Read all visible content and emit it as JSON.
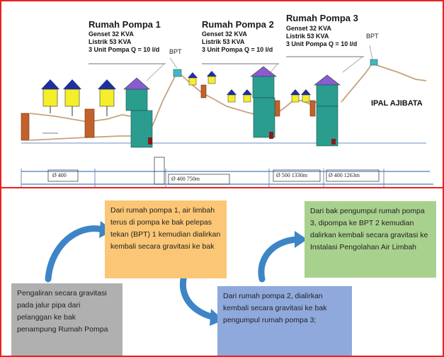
{
  "pumps": [
    {
      "title": "Rumah Pompa 1",
      "specs": [
        "Genset 32 KVA",
        "Listrik  53 KVA",
        "3 Unit Pompa Q = 10 l/d"
      ]
    },
    {
      "title": "Rumah Pompa 2",
      "specs": [
        "Genset 32 KVA",
        "Listrik  53 KVA",
        "3 Unit Pompa Q = 10 l/d"
      ]
    },
    {
      "title": "Rumah Pompa 3",
      "specs": [
        "Genset 32 KVA",
        "Listrik  53 KVA",
        "3 Unit Pompa Q = 10 l/d"
      ]
    }
  ],
  "bpt_label_1": "BPT",
  "bpt_label_2": "BPT",
  "ipal_label": "IPAL AJIBATA",
  "pipe_labels": {
    "seg1": "Ø 400",
    "seg2": "Ø 400   750m",
    "seg3": "Ø 500   1330m",
    "seg4": "Ø 400   1263m"
  },
  "boxes": {
    "orange": "Dari rumah pompa 1, air limbah terus di pompa ke bak pelepas tekan (BPT) 1 kemudian dialirkan kembali secara gravitasi ke bak",
    "green": "Dari bak pengumpul rumah pompa 3, dipompa ke BPT 2 kemudian dalirkan kembali secara gravitasi ke Instalasi Pengolahan Air Limbah",
    "blue": "Dari rumah pompa 2, dialirkan kembali secara gravitasi ke bak pengumpul rumah pompa 3;",
    "grey": "Pengaliran secara gravitasi pada  jalur pipa dari pelanggan ke bak penampung Rumah Pompa"
  },
  "colors": {
    "frame": "#e8231e",
    "orange_box": "#fbc675",
    "green_box": "#a9d18e",
    "blue_box": "#8fa9dc",
    "grey_box": "#b0b0b0",
    "arrow": "#3d85c6",
    "house_roof_blue": "#1f2f9e",
    "house_body_yellow": "#f5ee2a",
    "pump_teal": "#2a9d8f",
    "pump_roof_purple": "#8a5bd1",
    "tank_orange": "#c2612a",
    "pipe": "#c8a27c"
  }
}
